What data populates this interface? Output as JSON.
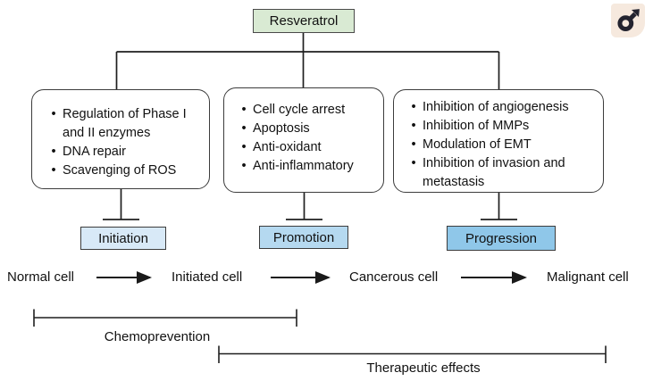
{
  "header": {
    "title": "Resveratrol",
    "logo_icon": "male-symbol"
  },
  "colors": {
    "title_bg": "#d9ead3",
    "stage_initiation_bg": "#d8e9f7",
    "stage_promotion_bg": "#b5d9f0",
    "stage_progression_bg": "#8fc7e9",
    "line": "#1f1f1f",
    "box_border": "#3c3c3c",
    "logo_bg": "#f6e9de",
    "logo_glyph": "#23232f"
  },
  "branches": [
    {
      "bullets": [
        "Regulation of Phase I and II enzymes",
        "DNA repair",
        "Scavenging of ROS"
      ],
      "stage": "Initiation"
    },
    {
      "bullets": [
        "Cell cycle arrest",
        "Apoptosis",
        "Anti-oxidant",
        "Anti-inflammatory"
      ],
      "stage": "Promotion"
    },
    {
      "bullets": [
        "Inhibition of angiogenesis",
        "Inhibition of MMPs",
        "Modulation of EMT",
        "Inhibition of invasion and metastasis"
      ],
      "stage": "Progression"
    }
  ],
  "cell_progression": [
    "Normal cell",
    "Initiated cell",
    "Cancerous cell",
    "Malignant cell"
  ],
  "spans": {
    "chemoprevention": "Chemoprevention",
    "therapeutic": "Therapeutic effects"
  }
}
